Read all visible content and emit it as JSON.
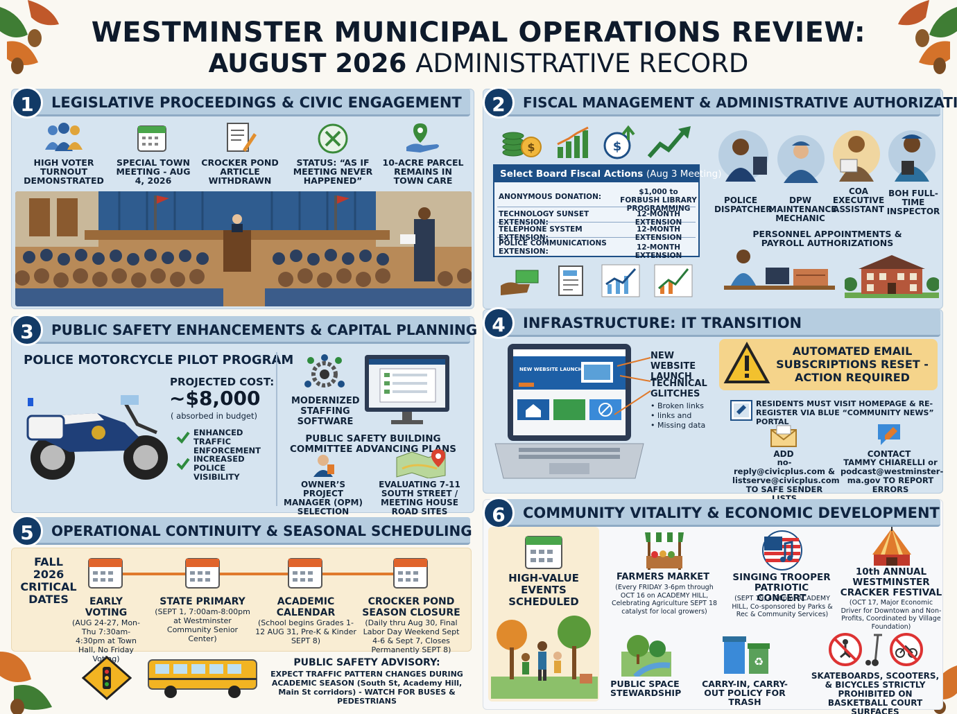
{
  "title": {
    "line1": "WESTMINSTER MUNICIPAL OPERATIONS REVIEW:",
    "line2_bold": "AUGUST 2026",
    "line2_rest": "ADMINISTRATIVE RECORD"
  },
  "s1": {
    "num": "1",
    "title": "LEGISLATIVE PROCEEDINGS & CIVIC ENGAGEMENT",
    "items": [
      "HIGH VOTER TURNOUT DEMONSTRATED",
      "SPECIAL TOWN MEETING - AUG 4, 2026",
      "CROCKER POND ARTICLE WITHDRAWN",
      "STATUS: “AS IF MEETING NEVER HAPPENED”",
      "10-ACRE PARCEL REMAINS IN TOWN CARE"
    ]
  },
  "s2": {
    "num": "2",
    "title": "FISCAL MANAGEMENT & ADMINISTRATIVE AUTHORIZATIONS",
    "table_title": "Select Board Fiscal Actions",
    "table_sub": "(Aug 3 Meeting)",
    "rows": [
      {
        "label": "ANONYMOUS DONATION:",
        "value": "$1,000 to FORBUSH LIBRARY PROGRAMMING"
      },
      {
        "label": "TECHNOLOGY SUNSET EXTENSION:",
        "value": "12-MONTH EXTENSION"
      },
      {
        "label": "TELEPHONE SYSTEM EXTENSION:",
        "value": "12-MONTH EXTENSION"
      },
      {
        "label": "POLICE COMMUNICATIONS EXTENSION:",
        "value": "12-MONTH EXTENSION"
      }
    ],
    "people": [
      "POLICE DISPATCHER",
      "DPW MAINTENANCE MECHANIC",
      "COA EXECUTIVE ASSISTANT",
      "BOH FULL-TIME INSPECTOR"
    ],
    "personnel_caption": "PERSONNEL APPOINTMENTS & PAYROLL AUTHORIZATIONS"
  },
  "s3": {
    "num": "3",
    "title": "PUBLIC SAFETY ENHANCEMENTS & CAPITAL PLANNING",
    "program": "POLICE MOTORCYCLE PILOT PROGRAM",
    "cost_label": "PROJECTED COST:",
    "cost": "~$8,000",
    "cost_note": "( absorbed in budget)",
    "checks": [
      "ENHANCED TRAFFIC ENFORCEMENT",
      "INCREASED POLICE VISIBILITY"
    ],
    "software": "MODERNIZED STAFFING SOFTWARE",
    "committee": "PUBLIC SAFETY BUILDING COMMITTEE ADVANCING PLANS",
    "opm": "OWNER’S PROJECT MANAGER (OPM) SELECTION PHASE",
    "sites": "EVALUATING 7-11 SOUTH STREET / MEETING HOUSE ROAD SITES"
  },
  "s4": {
    "num": "4",
    "title": "INFRASTRUCTURE: IT TRANSITION",
    "screen_banner": "NEW WEBSITE LAUNCH",
    "launch": "NEW WEBSITE LAUNCH",
    "glitches": "TECHNICAL GLITCHES",
    "glitch_items": [
      "• Broken links",
      "• links and",
      "• Missing data"
    ],
    "alert": "AUTOMATED EMAIL SUBSCRIPTIONS RESET - ACTION REQUIRED",
    "notice": "RESIDENTS MUST VISIT HOMEPAGE & RE-REGISTER VIA BLUE “COMMUNITY NEWS” PORTAL",
    "add_title": "ADD",
    "add_text": "no-reply@civicplus.com & listserve@civicplus.com TO SAFE SENDER LISTS",
    "contact_title": "CONTACT",
    "contact_text": "TAMMY CHIARELLI or podcast@westminster-ma.gov TO REPORT ERRORS"
  },
  "s5": {
    "num": "5",
    "title": "OPERATIONAL CONTINUITY & SEASONAL SCHEDULING",
    "fall": "FALL 2026 CRITICAL DATES",
    "dates": [
      {
        "title": "EARLY VOTING",
        "detail": "(AUG 24-27, Mon-Thu 7:30am-4:30pm at Town Hall, No Friday Voting)"
      },
      {
        "title": "STATE PRIMARY",
        "detail": "(SEPT 1, 7:00am-8:00pm at Westminster Community Senior Center)"
      },
      {
        "title": "ACADEMIC CALENDAR",
        "detail": "(School begins Grades 1-12 AUG 31, Pre-K & Kinder SEPT 8)"
      },
      {
        "title": "CROCKER POND SEASON CLOSURE",
        "detail": "(Daily thru Aug 30, Final Labor Day Weekend Sept 4-6 & Sept 7, Closes Permanently SEPT 8)"
      }
    ],
    "advisory_title": "PUBLIC SAFETY ADVISORY:",
    "advisory_text": "EXPECT TRAFFIC PATTERN CHANGES DURING ACADEMIC SEASON (South St, Academy Hill, Main St corridors) - WATCH FOR BUSES & PEDESTRIANS"
  },
  "s6": {
    "num": "6",
    "title": "COMMUNITY VITALITY & ECONOMIC DEVELOPMENT",
    "events": "HIGH-VALUE EVENTS SCHEDULED",
    "market_title": "FARMERS MARKET",
    "market_detail": "(Every FRIDAY 3-6pm through OCT 16 on ACADEMY HILL, Celebrating Agriculture SEPT 18 catalyst for local growers)",
    "concert_title": "SINGING TROOPER PATRIOTIC CONCERT",
    "concert_detail": "(SEPT 19, 4:00pm, ACADEMY HILL, Co-sponsored by Parks & Rec & Community Services)",
    "festival_title": "10th ANNUAL WESTMINSTER CRACKER FESTIVAL",
    "festival_detail": "(OCT 17, Major Economic Driver for Downtown and Non-Profits, Coordinated by Village Foundation)",
    "stewardship": "PUBLIC SPACE STEWARDSHIP",
    "carry": "CARRY-IN, CARRY-OUT POLICY FOR TRASH",
    "prohibited": "SKATEBOARDS, SCOOTERS, & BICYCLES STRICTLY PROHIBITED ON BASKETBALL COURT SURFACES"
  },
  "colors": {
    "navy": "#123a66",
    "header": "#b6cde0",
    "panel": "#d6e4f0",
    "cream": "#f9edd3",
    "alert": "#f5d48b",
    "green": "#2e8b3e",
    "orange": "#e07a2c"
  }
}
